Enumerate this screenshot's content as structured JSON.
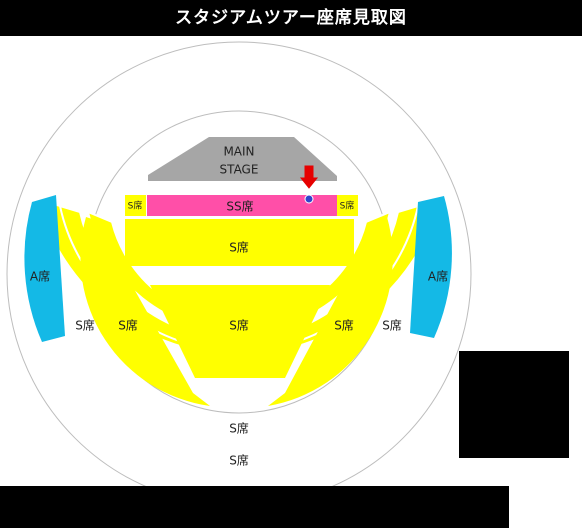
{
  "title": "スタジアムツアー座席見取図",
  "stage": {
    "line1": "MAIN",
    "line2": "STAGE"
  },
  "labels": {
    "ss": "SS席",
    "s_small_left": "S席",
    "s_small_right": "S席",
    "s_upper_center": "S席",
    "s_center": "S席",
    "s_inner_left": "S席",
    "s_inner_right": "S席",
    "s_outer_left": "S席",
    "s_outer_right": "S席",
    "s_bottom_1": "S席",
    "s_bottom_2": "S席",
    "a_left": "A席",
    "a_right": "A席"
  },
  "colors": {
    "s_seat": "#ffff00",
    "ss_seat": "#ff4fa8",
    "a_seat": "#14b9e6",
    "stage": "#a6a6a6",
    "marker_arrow": "#e60000",
    "marker_dot": "#3344cc"
  },
  "icons": {
    "marker": "down-arrow-icon"
  }
}
